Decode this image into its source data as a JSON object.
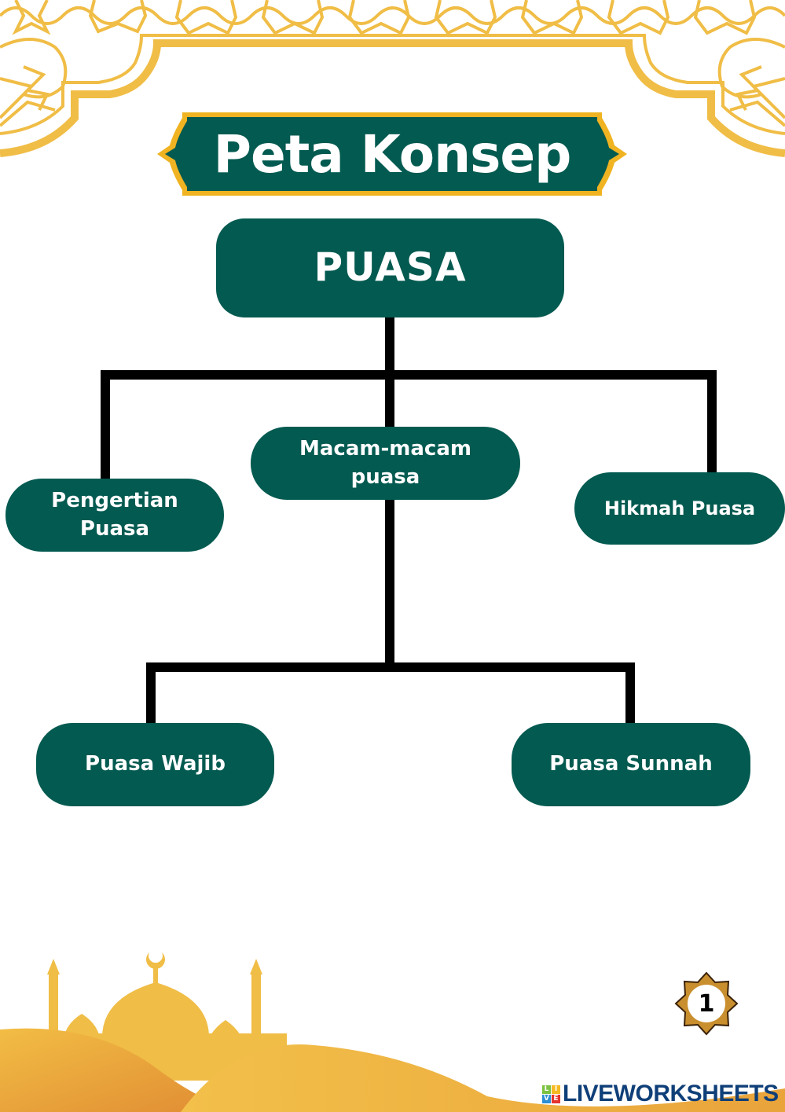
{
  "page": {
    "title": "Peta Konsep",
    "page_number": "1"
  },
  "concept_map": {
    "root": {
      "id": "puasa",
      "label": "PUASA"
    },
    "children": [
      {
        "id": "pengertian",
        "label_lines": [
          "Pengertian",
          "Puasa"
        ]
      },
      {
        "id": "macam",
        "label_lines": [
          "Macam-macam",
          "puasa"
        ],
        "children": [
          {
            "id": "wajib",
            "label": "Puasa Wajib"
          },
          {
            "id": "sunnah",
            "label": "Puasa Sunnah"
          }
        ]
      },
      {
        "id": "hikmah",
        "label": "Hikmah Puasa"
      }
    ]
  },
  "branding": {
    "logo_text": "LIVEWORKSHEETS",
    "logo_tiles": [
      "L",
      "I",
      "V",
      "E"
    ]
  },
  "colors": {
    "node_fill": "#035a50",
    "gold": "#f0bd46",
    "gold_dark": "#e39a36",
    "connector": "#000000",
    "logo_blue": "#0f3f78"
  },
  "icons": {
    "ornament": "islamic-geometric-border",
    "mosque": "mosque-silhouette",
    "page_badge": "octagram-star-frame"
  }
}
